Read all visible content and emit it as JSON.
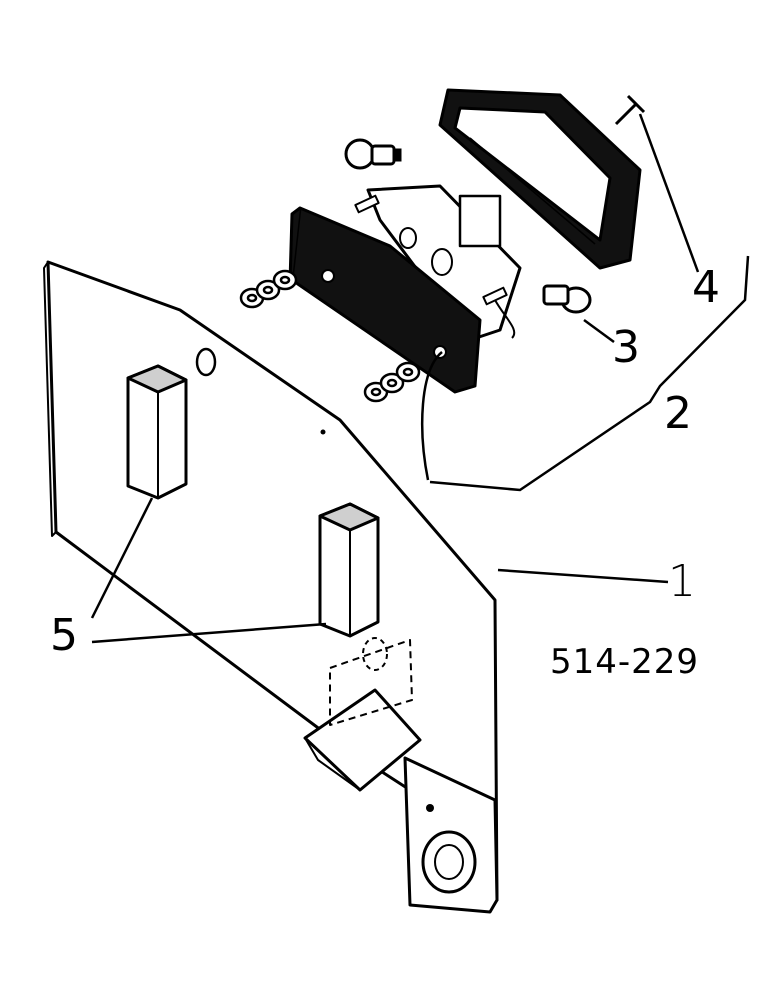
{
  "callouts": {
    "part_1": "1",
    "part_2": "2",
    "part_3": "3",
    "part_4": "4",
    "part_5": "5"
  },
  "drawing_number": "514-229",
  "colors": {
    "ink": "#000000",
    "paper": "#ffffff",
    "foam": "#cfcfcf"
  }
}
